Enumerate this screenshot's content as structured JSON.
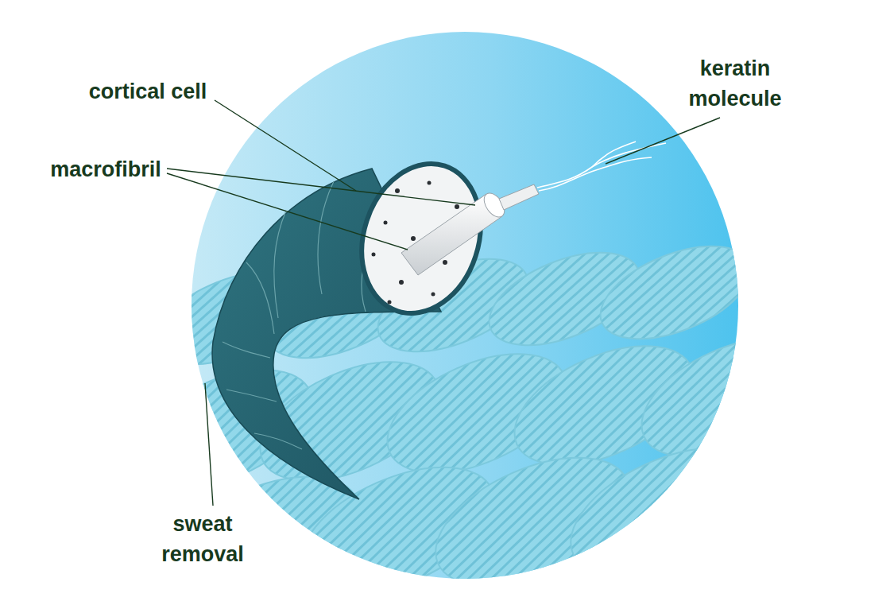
{
  "diagram": {
    "labels": [
      "cortical cell",
      "macrofibril",
      "keratin molecule",
      "sweat removal"
    ]
  }
}
